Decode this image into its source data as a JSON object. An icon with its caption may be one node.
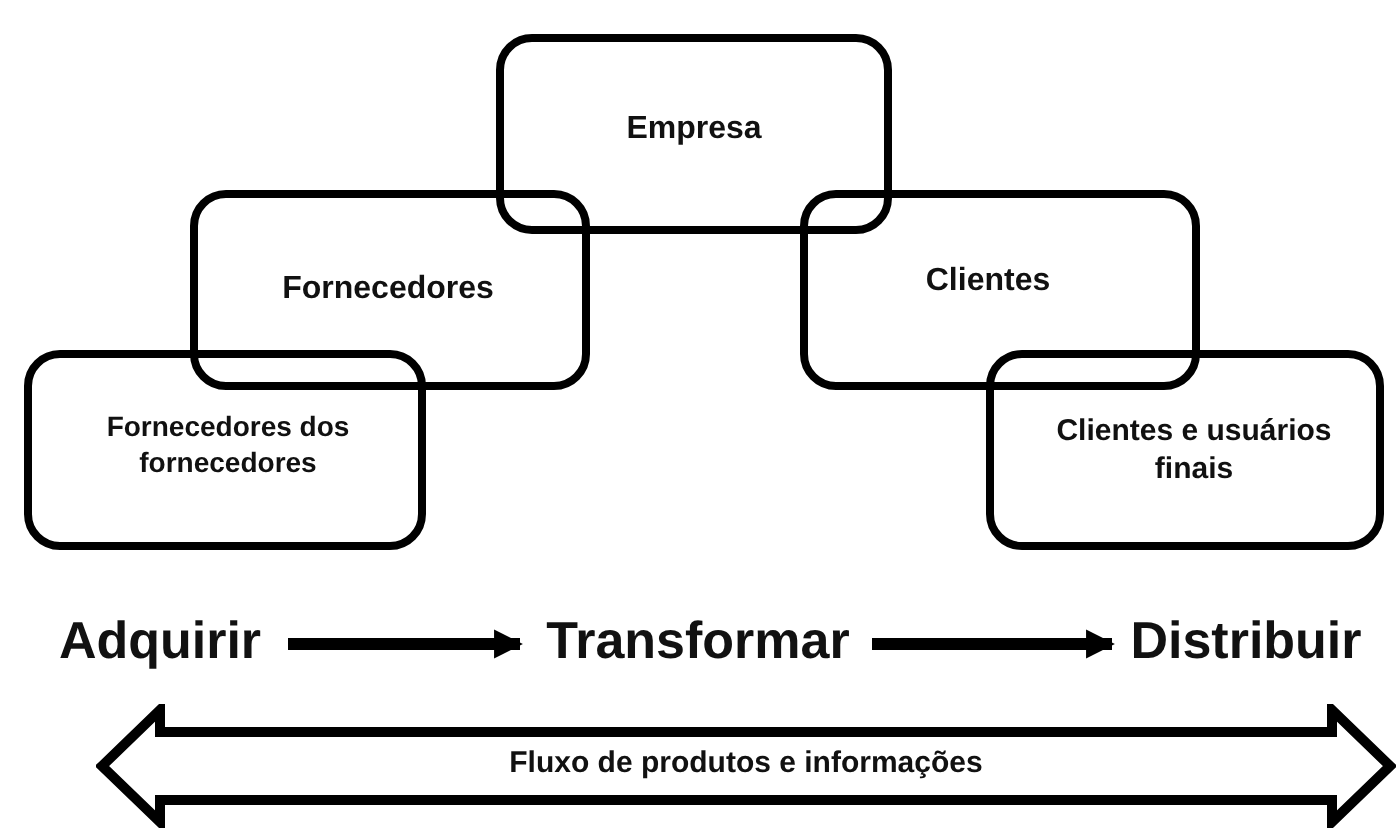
{
  "diagram": {
    "nodes": [
      {
        "text": [
          "Empresa"
        ]
      },
      {
        "text": [
          "Fornecedores"
        ]
      },
      {
        "text": [
          "Clientes"
        ]
      },
      {
        "text": [
          "Fornecedores dos fornecedores"
        ]
      },
      {
        "text": [
          "Clientes e usuários finais"
        ]
      },
      {
        "text": [
          "Adquirir"
        ]
      },
      {
        "text": [
          "Transformar"
        ]
      },
      {
        "text": [
          "Distribuir"
        ]
      },
      {
        "text": [
          "Fluxo de produtos e informações"
        ]
      }
    ],
    "edges": [
      {
        "from": 5,
        "to": 6,
        "arrow": "to"
      },
      {
        "from": 6,
        "to": 7,
        "arrow": "to"
      }
    ]
  }
}
